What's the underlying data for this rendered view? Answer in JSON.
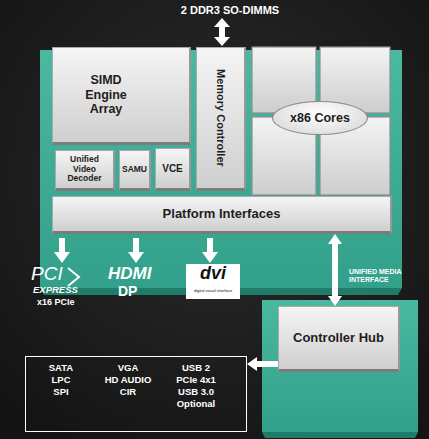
{
  "diagram": {
    "nodes": [
      {
        "text": [
          "SIMD Engine Array"
        ]
      },
      {
        "text": [
          "Unified Video Decoder"
        ]
      },
      {
        "text": [
          "SAMU"
        ]
      },
      {
        "text": [
          "VCE"
        ]
      },
      {
        "text": [
          "Memory Controller"
        ]
      },
      {
        "text": [
          "x86 Cores"
        ]
      },
      {
        "text": [
          "Platform Interfaces"
        ]
      },
      {
        "text": [
          "Controller Hub"
        ]
      },
      {
        "text": [
          "SATA",
          "LPC",
          "SPI",
          "VGA",
          "HD AUDIO",
          "CIR",
          "USB 2",
          "PCIe 4x1",
          "USB 3.0 Optional"
        ]
      }
    ],
    "edges": [
      {
        "from": 6,
        "to": 7,
        "arrow": "both",
        "label": "UNIFIED MEDIA INTERFACE"
      },
      {
        "from": 7,
        "to": 8,
        "arrow": "to"
      }
    ],
    "labels": [
      "2 DDR3 SO-DIMMS",
      "PCI",
      "EXPRESS",
      "x16 PCIe",
      "HDMI",
      "DP",
      "dvi",
      "digital visual interface"
    ]
  }
}
